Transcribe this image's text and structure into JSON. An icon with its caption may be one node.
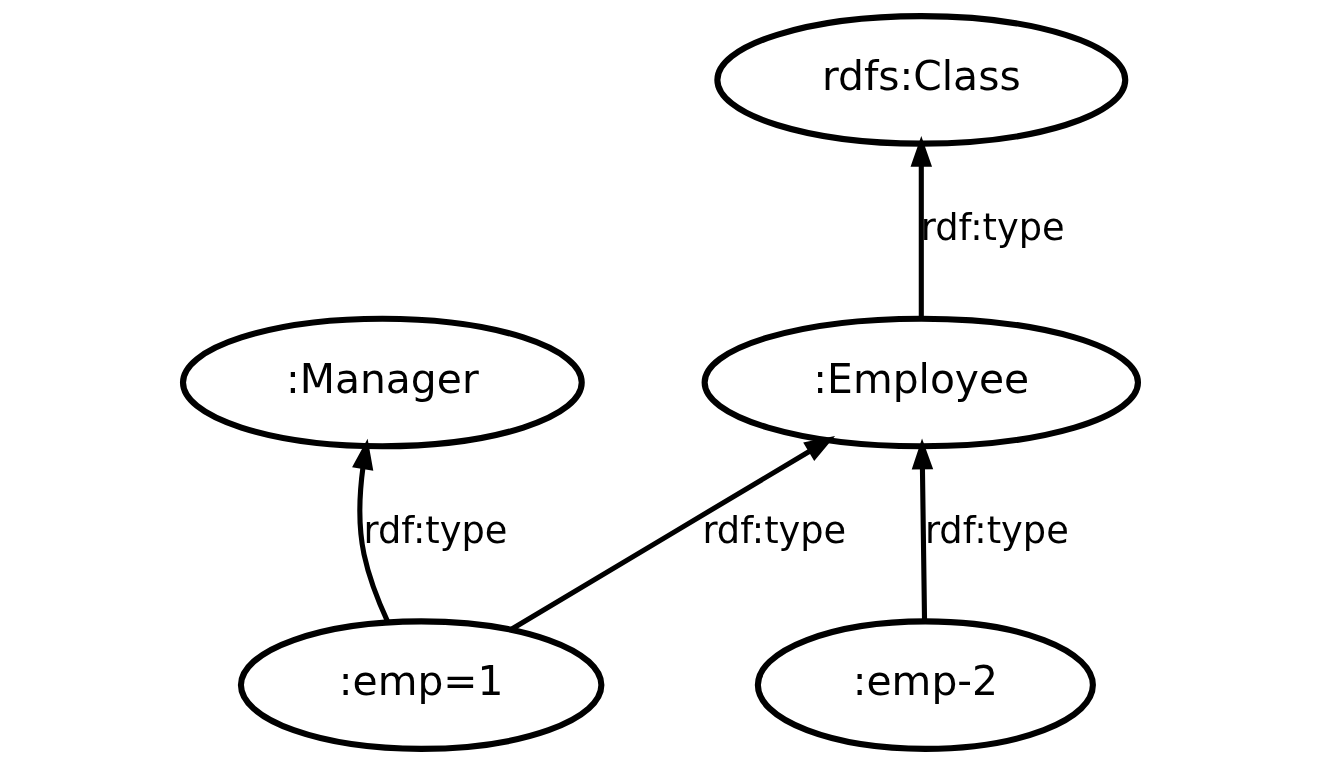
{
  "diagram": {
    "nodes": [
      {
        "text": [
          ":Manager"
        ]
      },
      {
        "text": [
          ":emp=1"
        ]
      },
      {
        "text": [
          "rdfs:Class"
        ]
      },
      {
        "text": [
          ":Employee"
        ]
      },
      {
        "text": [
          ":emp-2"
        ]
      }
    ],
    "edges": [
      {
        "from": 1,
        "to": 0,
        "arrow": "to",
        "label": "rdf:type"
      },
      {
        "from": 1,
        "to": 3,
        "arrow": "to",
        "label": "rdf:type"
      },
      {
        "from": 3,
        "to": 2,
        "arrow": "to",
        "label": "rdf:type"
      },
      {
        "from": 4,
        "to": 3,
        "arrow": "to",
        "label": "rdf:type"
      }
    ]
  }
}
